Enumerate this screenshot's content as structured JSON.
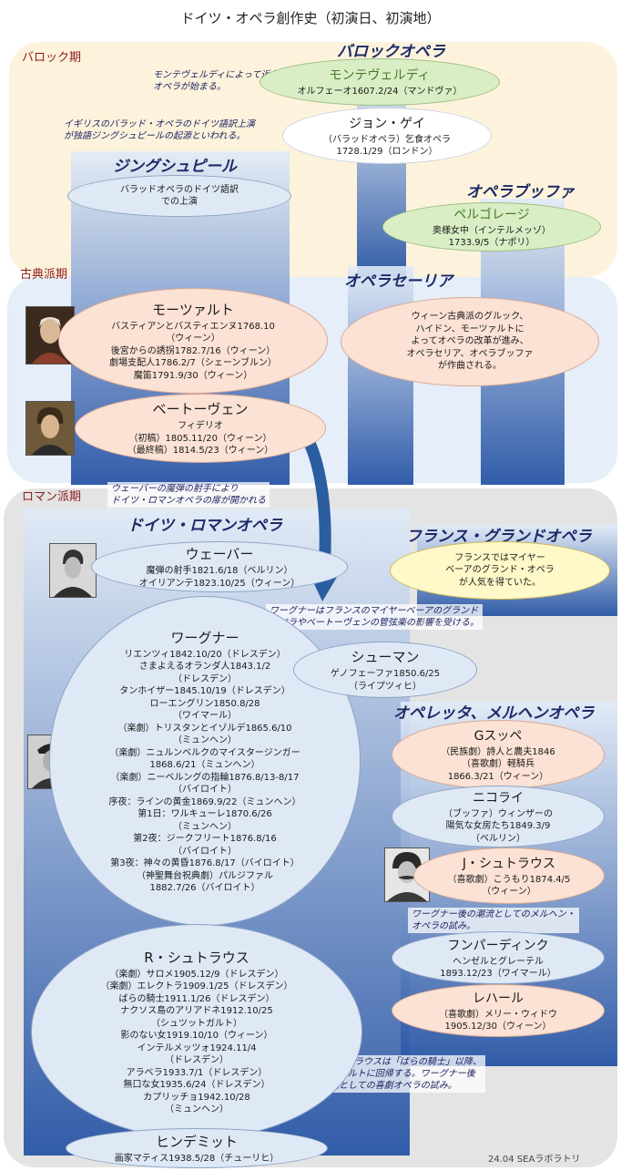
{
  "title": "ドイツ・オペラ創作史（初演日、初演地）",
  "credit": "24.04 SEAラボラトリ",
  "eras": {
    "baroque": "バロック期",
    "classical": "古典派期",
    "romantic": "ロマン派期"
  },
  "headings": {
    "baroque_opera": "バロックオペラ",
    "singspiel": "ジングシュピール",
    "opera_buffa": "オペラブッファ",
    "opera_seria": "オペラセーリア",
    "german_romantic": "ドイツ・ロマンオペラ",
    "french_grand": "フランス・グランドオペラ",
    "operetta": "オペレッタ、メルヘンオペラ"
  },
  "notes": {
    "monteverdi": [
      "モンテヴェルディによって近代",
      "オペラが始まる。"
    ],
    "ballad": [
      "イギリスのバラッド・オペラのドイツ語訳上演",
      "が独語ジングシュピールの起源といわれる。"
    ],
    "weber": [
      "ウェーバーの魔弾の射手により",
      "ドイツ・ロマンオペラの扉が開かれる"
    ],
    "wagner_influence": [
      "ワーグナーはフランスのマイヤーベーアのグランド",
      "オペラやベートーヴェンの管弦楽の影響を受ける。"
    ],
    "marchen": [
      "ワーグナー後の潮流としてのメルヘン・",
      "オペラの試み。"
    ],
    "strauss": [
      "R・シュトラウスは「ばらの騎士」以降、",
      "モーツァルトに回帰する。ワーグナー後",
      "の潮流としての喜劇オペラの試み。"
    ]
  },
  "ovals": {
    "monteverdi": {
      "name": "モンテヴェルディ",
      "lines": [
        "オルフェーオ1607.2/24（マンドヴァ）"
      ]
    },
    "gay": {
      "name": "ジョン・ゲイ",
      "lines": [
        "（バラッドオペラ）乞食オペラ",
        "1728.1/29（ロンドン）"
      ]
    },
    "singspiel_note": {
      "lines": [
        "バラッドオペラのドイツ語訳",
        "での上演"
      ]
    },
    "pergolesi": {
      "name": "ペルゴレージ",
      "lines": [
        "奥様女中（インテルメッゾ）",
        "1733.9/5（ナポリ）"
      ]
    },
    "mozart": {
      "name": "モーツァルト",
      "lines": [
        "バスティアンとバスティエンヌ1768.10",
        "（ウィーン）",
        "後宮からの誘拐1782.7/16（ウィーン）",
        "劇場支配人1786.2/7（シェーンブルン）",
        "魔笛1791.9/30（ウィーン）"
      ]
    },
    "vienna": {
      "lines": [
        "ウィーン古典派のグルック、",
        "ハイドン、モーツァルトに",
        "よってオペラの改革が進み、",
        "オペラセリア、オペラブッファ",
        "が作曲される。"
      ]
    },
    "beethoven": {
      "name": "ベートーヴェン",
      "lines": [
        "フィデリオ",
        "（初稿）1805.11/20（ウィーン）",
        "（最終稿）1814.5/23（ウィーン）"
      ]
    },
    "weber": {
      "name": "ウェーバー",
      "lines": [
        "魔弾の射手1821.6/18（ベルリン）",
        "オイリアンテ1823.10/25（ウィーン）"
      ]
    },
    "meyerbeer": {
      "lines": [
        "フランスではマイヤー",
        "ベーアのグランド・オペラ",
        "が人気を得ていた。"
      ]
    },
    "wagner": {
      "name": "ワーグナー",
      "lines": [
        "リエンツィ1842.10/20（ドレスデン）",
        "さまよえるオランダ人1843.1/2",
        "（ドレスデン）",
        "タンホイザー1845.10/19（ドレスデン）",
        "ローエングリン1850.8/28",
        "（ワイマール）",
        "（楽劇）トリスタンとイゾルデ1865.6/10",
        "（ミュンヘン）",
        "（楽劇）ニュルンベルクのマイスタージンガー",
        "1868.6/21（ミュンヘン）",
        "（楽劇）ニーベルングの指輪1876.8/13-8/17",
        "（バイロイト）",
        "序夜：ラインの黄金1869.9/22（ミュンヘン）",
        "第1日：ワルキューレ1870.6/26",
        "（ミュンヘン）",
        "第2夜：ジークフリート1876.8/16",
        "（バイロイト）",
        "第3夜：神々の黄昏1876.8/17（バイロイト）",
        "（神聖舞台祝典劇）パルジファル",
        "1882.7/26（バイロイト）"
      ]
    },
    "schumann": {
      "name": "シューマン",
      "lines": [
        "ゲノフェーファ1850.6/25",
        "（ライプツィヒ）"
      ]
    },
    "suppe": {
      "name": "Gスッペ",
      "lines": [
        "（民族劇）詩人と農夫1846",
        "（喜歌劇）軽騎兵",
        "1866.3/21（ウィーン）"
      ]
    },
    "nicolai": {
      "name": "ニコライ",
      "lines": [
        "（ブッファ）ウィンザーの",
        "陽気な女房たち1849.3/9",
        "（ベルリン）"
      ]
    },
    "jstrauss": {
      "name": "J・シュトラウス",
      "lines": [
        "（喜歌劇）こうもり1874.4/5",
        "（ウィーン）"
      ]
    },
    "humperdinck": {
      "name": "フンパーディンク",
      "lines": [
        "ヘンゼルとグレーテル",
        "1893.12/23（ワイマール）"
      ]
    },
    "lehar": {
      "name": "レハール",
      "lines": [
        "（喜歌劇）メリー・ウィドウ",
        "1905.12/30（ウィーン）"
      ]
    },
    "rstrauss": {
      "name": "R・シュトラウス",
      "lines": [
        "（楽劇）サロメ1905.12/9（ドレスデン）",
        "（楽劇）エレクトラ1909.1/25（ドレスデン）",
        "ばらの騎士1911.1/26（ドレスデン）",
        "ナクソス島のアリアドネ1912.10/25",
        "（シュツットガルト）",
        "影のない女1919.10/10（ウィーン）",
        "インテルメッツォ1924.11/4",
        "（ドレスデン）",
        "アラベラ1933.7/1（ドレスデン）",
        "無口な女1935.6/24（ドレスデン）",
        "カプリッチョ1942.10/28",
        "（ミュンヘン）"
      ]
    },
    "hindemith": {
      "name": "ヒンデミット",
      "lines": [
        "画家マティス1938.5/28（チューリヒ）"
      ]
    }
  }
}
